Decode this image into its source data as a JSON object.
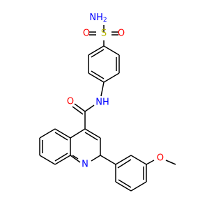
{
  "colors": {
    "background": "#ffffff",
    "bond": "#000000",
    "nitrogen": "#0000ff",
    "oxygen": "#ff0000",
    "sulfur": "#b8b800"
  },
  "atom_labels": {
    "nh2": "NH",
    "nh2_sub": "2",
    "sulfur": "S",
    "o_left": "O",
    "o_right": "O",
    "amide_o": "O",
    "amide_nh": "NH",
    "ring_n": "N",
    "ether_o": "O"
  }
}
